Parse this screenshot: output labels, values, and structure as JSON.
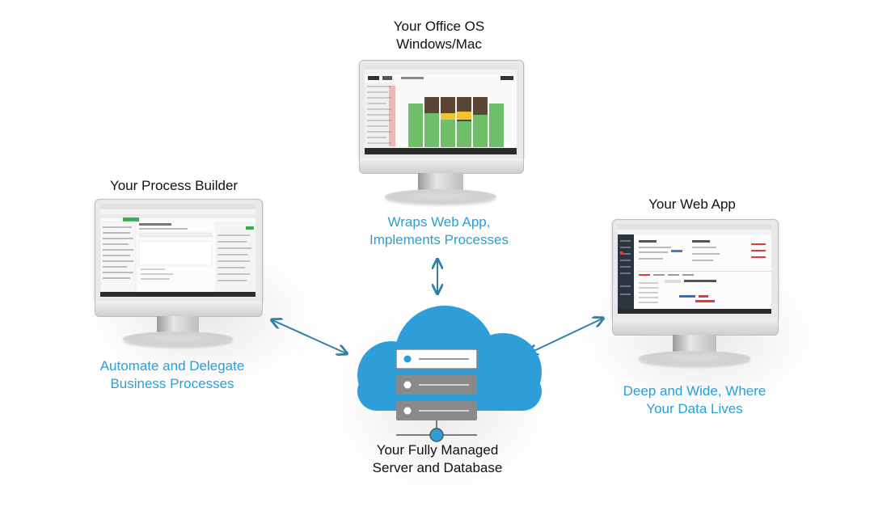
{
  "nodes": {
    "office_os": {
      "title_line1": "Your Office OS",
      "title_line2": "Windows/Mac",
      "caption_line1": "Wraps Web App,",
      "caption_line2": "Implements Processes"
    },
    "process_builder": {
      "title": "Your Process Builder",
      "caption_line1": "Automate and Delegate",
      "caption_line2": "Business Processes"
    },
    "web_app": {
      "title": "Your Web App",
      "caption_line1": "Deep and Wide, Where",
      "caption_line2": "Your Data Lives"
    },
    "server": {
      "title_line1": "Your Fully Managed",
      "title_line2": "Server and Database"
    }
  },
  "colors": {
    "accent": "#2a9fd6",
    "cloud": "#2d9ed8",
    "arrow": "#2f7fa8",
    "green_block": "#6fbf6a",
    "brown_block": "#5a4536",
    "yellow_block": "#f2c230"
  },
  "icons": [
    "cloud-server-icon",
    "double-arrow-icon",
    "monitor-icon"
  ]
}
